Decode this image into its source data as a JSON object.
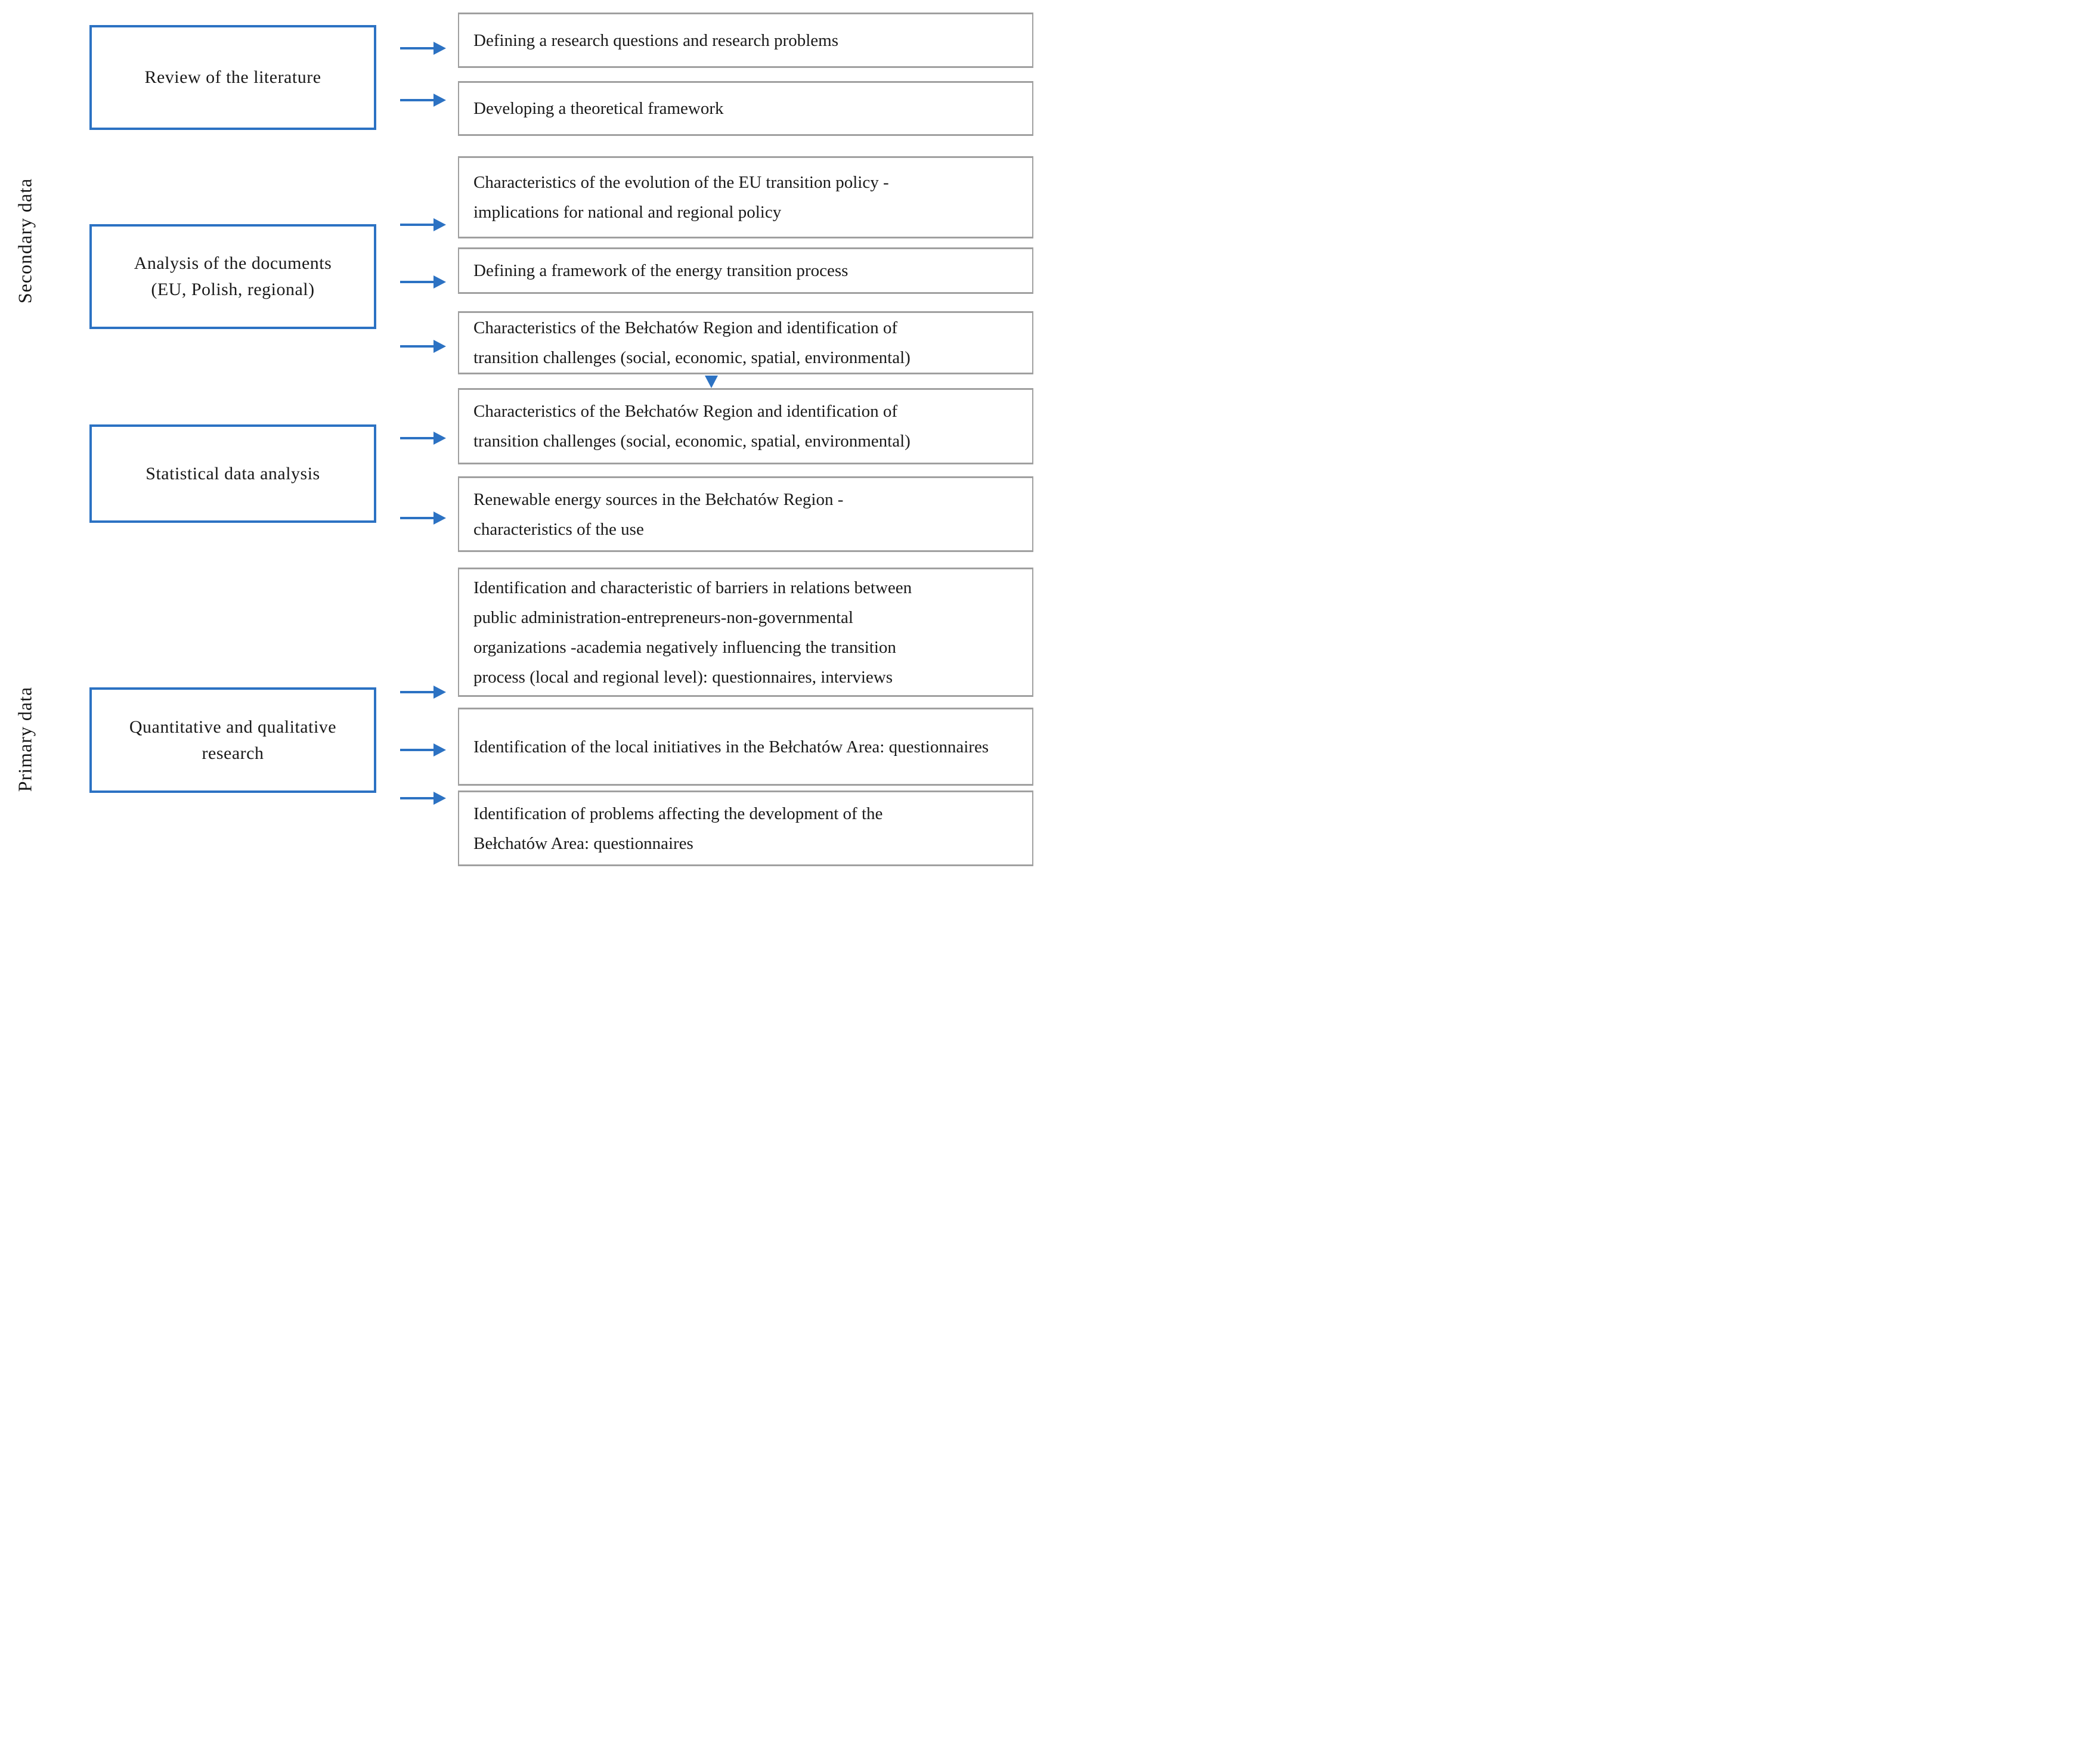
{
  "colors": {
    "blue": "#2c72c3",
    "gray": "#a0a0a0",
    "text": "#1a1a1a"
  },
  "icons": {
    "horizontal_connector": "arrow-right",
    "vertical_connector": "arrow-down"
  },
  "side_labels": [
    {
      "text": "Secondary data"
    },
    {
      "text": "Primary data"
    }
  ],
  "left_boxes": [
    {
      "label": "Review of the literature"
    },
    {
      "label": "Analysis of the documents\n(EU, Polish, regional)"
    },
    {
      "label": "Statistical data analysis"
    },
    {
      "label": "Quantitative and qualitative\nresearch"
    }
  ],
  "right_boxes": [
    {
      "text": "Defining a research questions and research problems"
    },
    {
      "text": "Developing a theoretical framework"
    },
    {
      "text": "Characteristics of the evolution of the EU transition policy -\nimplications for national and regional policy"
    },
    {
      "text": "Defining a framework of the energy transition process"
    },
    {
      "text": "Characteristics of the Bełchatów Region and identification of\ntransition challenges (social, economic, spatial, environmental)"
    },
    {
      "text": "Characteristics of the Bełchatów Region and identification of\ntransition challenges (social, economic, spatial, environmental)"
    },
    {
      "text": "Renewable energy sources in the Bełchatów Region -\ncharacteristics of the use"
    },
    {
      "text": "Identification and characteristic of barriers in relations between\npublic administration-entrepreneurs-non-governmental\norganizations -academia negatively influencing the transition\nprocess (local and regional level): questionnaires, interviews"
    },
    {
      "text": "Identification of the local initiatives in the Bełchatów Area: questionnaires"
    },
    {
      "text": "Identification of problems affecting the development of the\nBełchatów Area: questionnaires"
    }
  ]
}
